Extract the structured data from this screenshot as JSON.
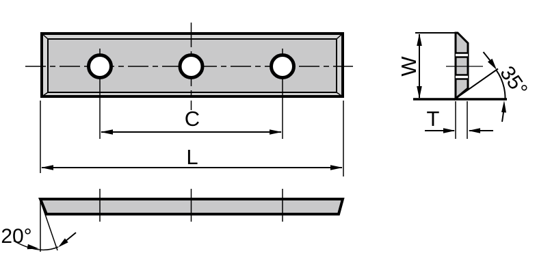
{
  "drawing": {
    "front_view": {
      "hole_count": 3,
      "dim_hole_spacing_label": "C",
      "dim_length_label": "L"
    },
    "side_view": {
      "dim_width_label": "W",
      "dim_thickness_label": "T",
      "bevel_angle_label": "35°"
    },
    "bottom_view": {
      "relief_angle_label": "20°"
    },
    "colors": {
      "line": "#000000",
      "surface_fill": "#c9c9ca",
      "chamfer_fill": "#d6d6d6",
      "hole_fill": "#ffffff",
      "background": "#ffffff"
    }
  }
}
